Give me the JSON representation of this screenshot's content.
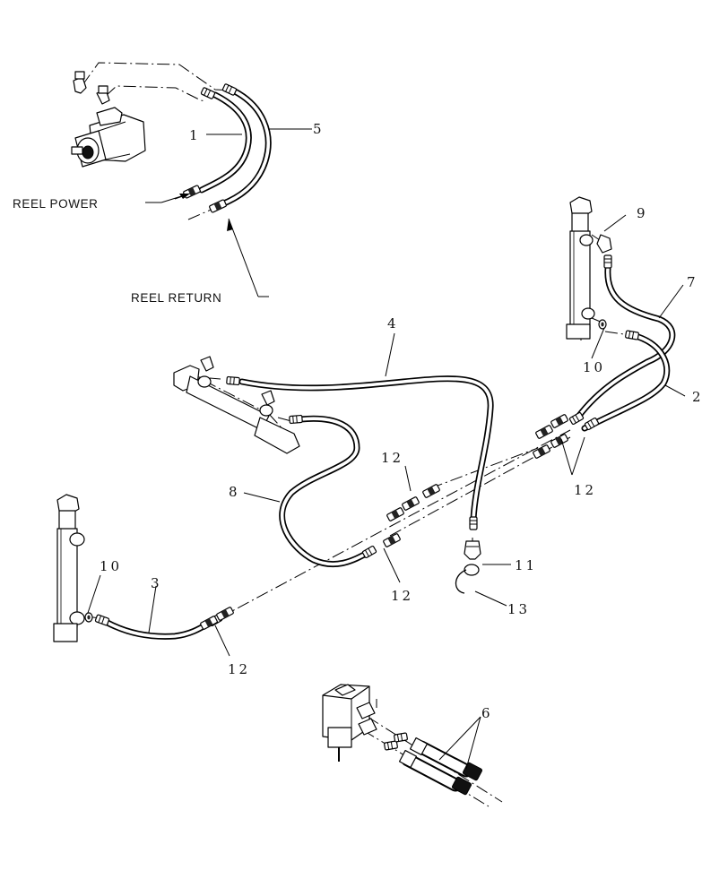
{
  "labels": {
    "reel_power": "REEL POWER",
    "reel_return": "REEL RETURN"
  },
  "callouts": {
    "c1": "1",
    "c2": "2",
    "c3": "3",
    "c4": "4",
    "c5": "5",
    "c6": "6",
    "c7": "7",
    "c8": "8",
    "c9": "9",
    "c10a": "10",
    "c10b": "10",
    "c11": "11",
    "c12a": "12",
    "c12b": "12",
    "c12c": "12",
    "c12d": "12",
    "c13": "13"
  }
}
